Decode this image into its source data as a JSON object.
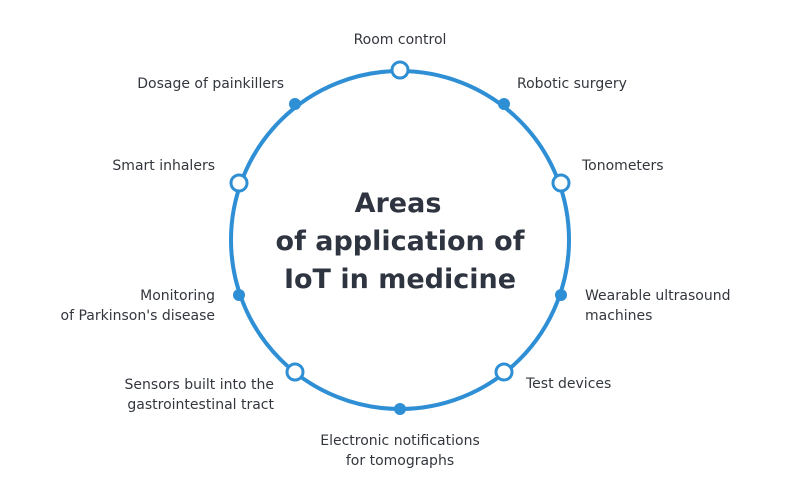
{
  "title": {
    "lines": [
      "Areas",
      "of application of",
      "IoT in medicine"
    ]
  },
  "colors": {
    "accent": "#2f8fd5",
    "text": "#33373d",
    "title": "#2e3440",
    "background": "#ffffff"
  },
  "nodes": [
    {
      "id": "room-control",
      "marker": "hollow",
      "lines": [
        "Room control"
      ]
    },
    {
      "id": "robotic-surgery",
      "marker": "filled",
      "lines": [
        "Robotic surgery"
      ]
    },
    {
      "id": "tonometers",
      "marker": "hollow",
      "lines": [
        "Tonometers"
      ]
    },
    {
      "id": "wearable-ultrasound",
      "marker": "filled",
      "lines": [
        "Wearable ultrasound",
        "machines"
      ]
    },
    {
      "id": "test-devices",
      "marker": "hollow",
      "lines": [
        "Test devices"
      ]
    },
    {
      "id": "electronic-notifications",
      "marker": "filled",
      "lines": [
        "Electronic notifications",
        "for tomographs"
      ]
    },
    {
      "id": "sensors-gi-tract",
      "marker": "hollow",
      "lines": [
        "Sensors built into the",
        "gastrointestinal tract"
      ]
    },
    {
      "id": "parkinsons-monitoring",
      "marker": "filled",
      "lines": [
        "Monitoring",
        "of Parkinson's disease"
      ]
    },
    {
      "id": "smart-inhalers",
      "marker": "hollow",
      "lines": [
        "Smart inhalers"
      ]
    },
    {
      "id": "painkiller-dosage",
      "marker": "filled",
      "lines": [
        "Dosage of painkillers"
      ]
    }
  ]
}
